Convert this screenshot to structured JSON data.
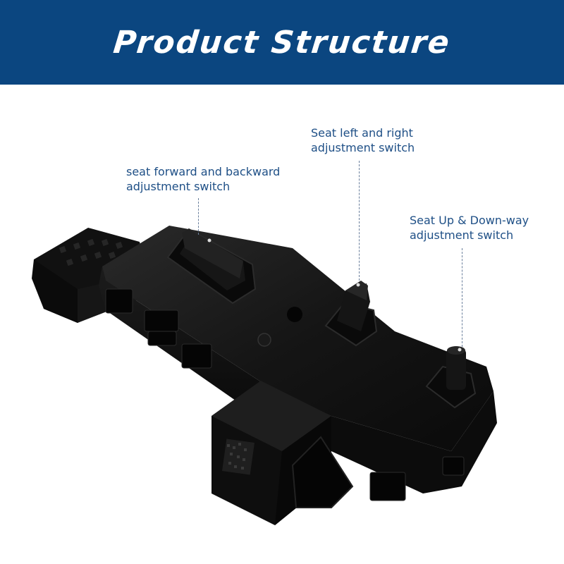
{
  "banner": {
    "title": "Product Structure",
    "background_color": "#0b4680"
  },
  "callouts": [
    {
      "text": "seat forward and backward\nadjustment switch"
    },
    {
      "text": "Seat left and right\nadjustment switch"
    },
    {
      "text": "Seat Up & Down-way\nadjustment switch"
    }
  ],
  "colors": {
    "label_text": "#1e4f86",
    "leader_line": "#6a7f9c",
    "product_body": "#141414"
  },
  "icons": {
    "product_image": "seat-switch-module-illustration"
  }
}
